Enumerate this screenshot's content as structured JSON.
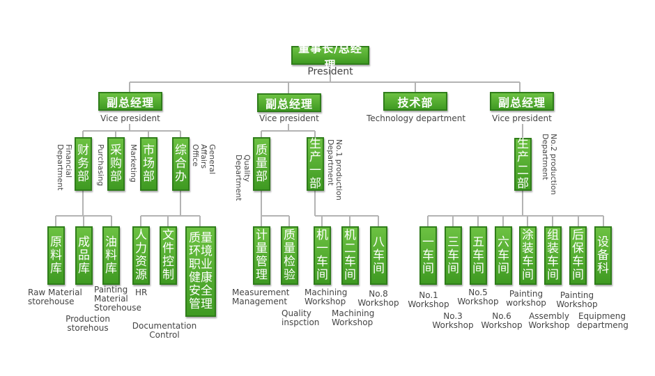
{
  "top": {
    "cn": "董事长/总经理",
    "en": "President"
  },
  "vp_left": {
    "cn": "副总经理",
    "en": "Vice president"
  },
  "vp_mid": {
    "cn": "副总经理",
    "en": "Vice president"
  },
  "tech": {
    "cn": "技术部",
    "en": "Technology department"
  },
  "vp_right": {
    "cn": "副总经理",
    "en": "Vice president"
  },
  "finance": {
    "cn": "财务部",
    "en": "Financial\nDepartment"
  },
  "purchase": {
    "cn": "采购部",
    "en": "Purchasing"
  },
  "market": {
    "cn": "市场部",
    "en": "Marketing"
  },
  "general": {
    "cn": "综合办",
    "en": "General\nAffairs\nOffice"
  },
  "quality": {
    "cn": "质量部",
    "en": "Quality\nDepartment"
  },
  "prod1": {
    "cn": "生产一部",
    "en": "No.1 production\nDepartment"
  },
  "prod2": {
    "cn": "生产二部",
    "en": "No.2 production\nDepartment"
  },
  "raw": {
    "cn": "原料库",
    "en": "Raw Material\nstorehouse"
  },
  "product": {
    "cn": "成品库",
    "en": "Production\nstorehous"
  },
  "paint_store": {
    "cn": "油料库",
    "en": "Painting\nMaterial\nStorehouse"
  },
  "hr": {
    "cn": "人力资源",
    "en": "HR"
  },
  "doc": {
    "cn": "文件控制",
    "en": "Documentation\nControl"
  },
  "qehs": {
    "cn": "质量环境职业健康安全管理",
    "en": ""
  },
  "measure": {
    "cn": "计量管理",
    "en": "Measurement\nManagement"
  },
  "qc": {
    "cn": "质量检验",
    "en": "Quality\ninspction"
  },
  "m1": {
    "cn": "机一车间",
    "en": "Machining\nWorkshop"
  },
  "m2": {
    "cn": "机二车间",
    "en": "Machining\nWorkshop"
  },
  "w8": {
    "cn": "八车间",
    "en": "No.8\nWorkshop"
  },
  "w1": {
    "cn": "一车间",
    "en": "No.1\nWorkshop"
  },
  "w3": {
    "cn": "三车间",
    "en": "No.3\nWorkshop"
  },
  "w5": {
    "cn": "五车间",
    "en": "No.5\nWorkshop"
  },
  "w6": {
    "cn": "六车间",
    "en": "No.6\nWorkshop"
  },
  "paintws": {
    "cn": "涂装车间",
    "en": "Painting\nworkshop"
  },
  "assembly": {
    "cn": "组装车间",
    "en": "Assembly\nWorkshop"
  },
  "postpaint": {
    "cn": "后保车间",
    "en": "Painting\nWorkshop"
  },
  "equip": {
    "cn": "设备科",
    "en": "Equipmeng\ndepartmeng"
  }
}
